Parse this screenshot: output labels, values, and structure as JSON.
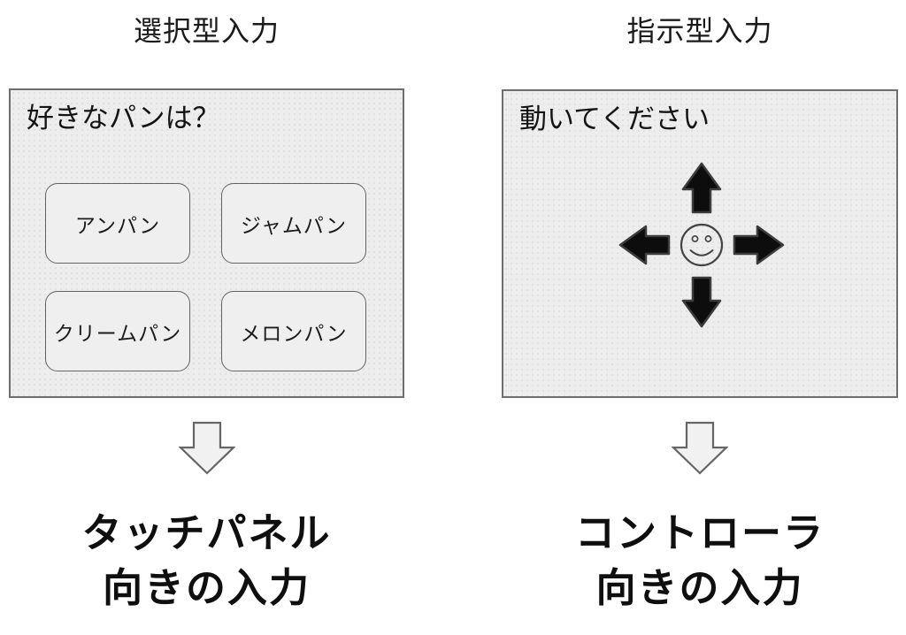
{
  "figure": {
    "left": {
      "title": "選択型入力",
      "panel_header": "好きなパンは？",
      "buttons": [
        "アンパン",
        "ジャムパン",
        "クリームパン",
        "メロンパン"
      ],
      "caption_line1": "タッチパネル",
      "caption_line2": "向きの入力"
    },
    "right": {
      "title": "指示型入力",
      "panel_header": "動いてください",
      "graphic_icons": [
        "up-arrow",
        "left-arrow",
        "right-arrow",
        "down-arrow",
        "smiley-face"
      ],
      "caption_line1": "コントローラ",
      "caption_line2": "向きの入力"
    },
    "colors": {
      "panel_bg": "#ededed",
      "panel_border": "#6e6e6e",
      "button_border": "#636363",
      "black_arrow_fill": "#0d0d0d",
      "black_arrow_outline": "#3c3c3c",
      "transition_arrow_fill": "#f1f1f1",
      "transition_arrow_outline": "#666666",
      "text": "#111111"
    }
  }
}
